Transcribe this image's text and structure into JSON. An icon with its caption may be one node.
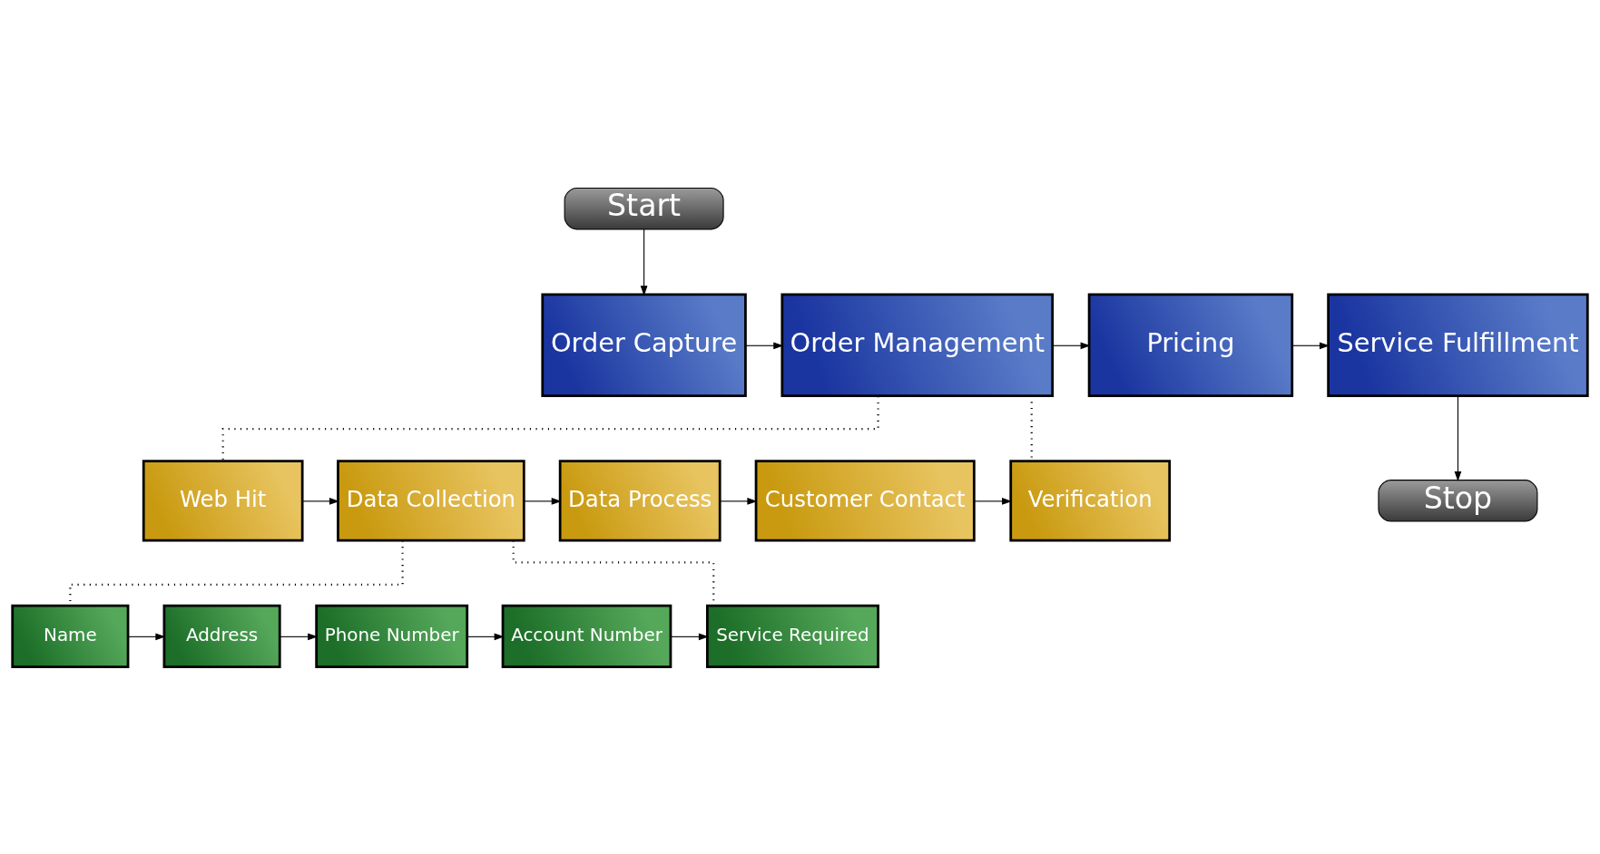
{
  "diagram": {
    "nodes": [
      {
        "text": [
          "Start"
        ]
      },
      {
        "text": [
          "Order Capture"
        ]
      },
      {
        "text": [
          "Order Management"
        ]
      },
      {
        "text": [
          "Pricing"
        ]
      },
      {
        "text": [
          "Service Fulfillment"
        ]
      },
      {
        "text": [
          "Stop"
        ]
      },
      {
        "text": [
          "Web Hit"
        ]
      },
      {
        "text": [
          "Data Collection"
        ]
      },
      {
        "text": [
          "Data Process"
        ]
      },
      {
        "text": [
          "Customer Contact"
        ]
      },
      {
        "text": [
          "Verification"
        ]
      },
      {
        "text": [
          "Name"
        ]
      },
      {
        "text": [
          "Address"
        ]
      },
      {
        "text": [
          "Phone Number"
        ]
      },
      {
        "text": [
          "Account Number"
        ]
      },
      {
        "text": [
          "Service Required"
        ]
      }
    ],
    "edges": [
      {
        "from": 0,
        "to": 1,
        "arrow": "to"
      },
      {
        "from": 1,
        "to": 2,
        "arrow": "to"
      },
      {
        "from": 2,
        "to": 3,
        "arrow": "to"
      },
      {
        "from": 3,
        "to": 4,
        "arrow": "to"
      },
      {
        "from": 4,
        "to": 5,
        "arrow": "to"
      },
      {
        "from": 2,
        "to": 6,
        "arrow": "none",
        "style": "dashed"
      },
      {
        "from": 2,
        "to": 10,
        "arrow": "none",
        "style": "dashed"
      },
      {
        "from": 6,
        "to": 7,
        "arrow": "to"
      },
      {
        "from": 7,
        "to": 8,
        "arrow": "to"
      },
      {
        "from": 8,
        "to": 9,
        "arrow": "to"
      },
      {
        "from": 9,
        "to": 10,
        "arrow": "to"
      },
      {
        "from": 7,
        "to": 11,
        "arrow": "none",
        "style": "dashed"
      },
      {
        "from": 7,
        "to": 15,
        "arrow": "none",
        "style": "dashed"
      },
      {
        "from": 11,
        "to": 12,
        "arrow": "to"
      },
      {
        "from": 12,
        "to": 13,
        "arrow": "to"
      },
      {
        "from": 13,
        "to": 14,
        "arrow": "to"
      },
      {
        "from": 14,
        "to": 15,
        "arrow": "to"
      }
    ]
  }
}
